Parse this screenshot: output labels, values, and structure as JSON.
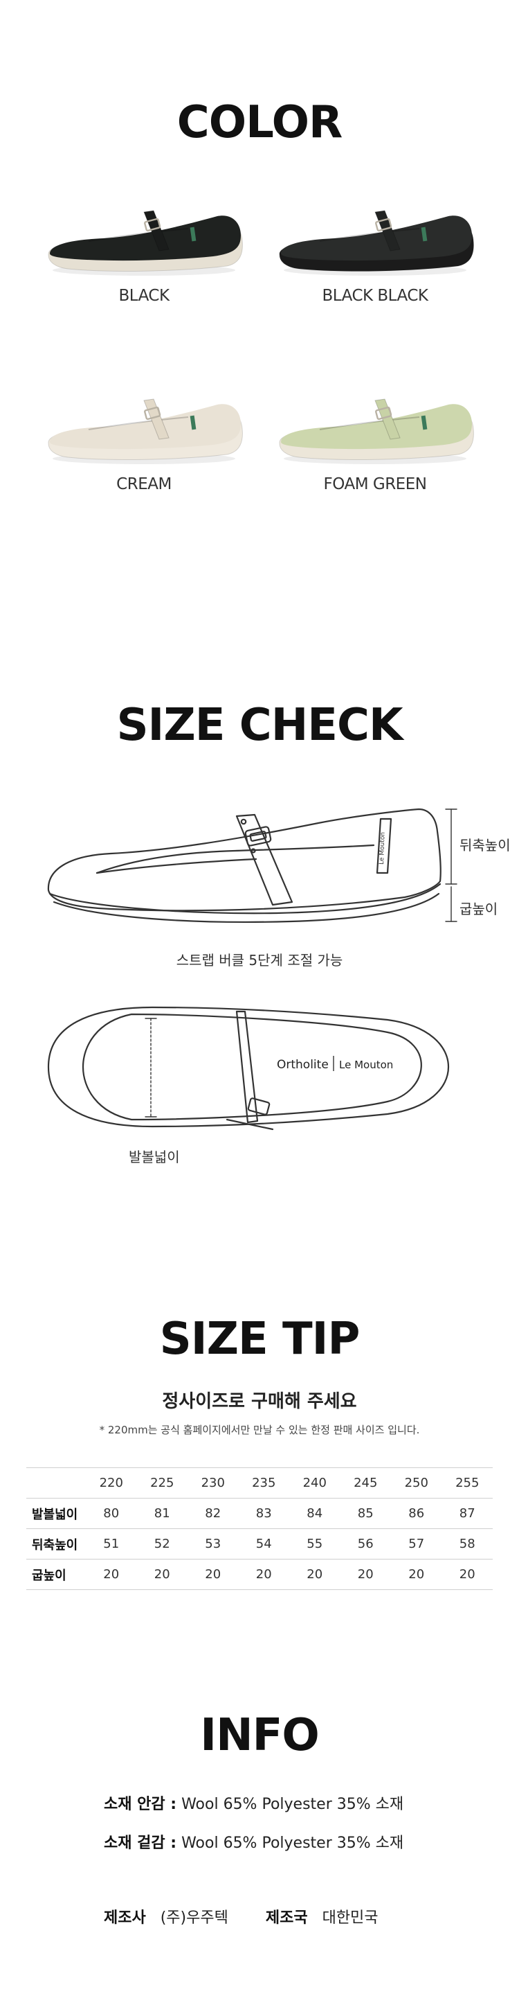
{
  "color_section": {
    "title": "COLOR",
    "items": [
      {
        "label": "BLACK",
        "upper": "#1f2220",
        "sole": "#e6e0d3",
        "strap": "#1a1c1b"
      },
      {
        "label": "BLACK BLACK",
        "upper": "#2a2c2b",
        "sole": "#1b1b1b",
        "strap": "#222423"
      },
      {
        "label": "CREAM",
        "upper": "#e9e2d5",
        "sole": "#efe9de",
        "strap": "#e2d9c8"
      },
      {
        "label": "FOAM GREEN",
        "upper": "#cdd7ad",
        "sole": "#ece6d9",
        "strap": "#c8d2a6"
      }
    ]
  },
  "size_check": {
    "title": "SIZE CHECK",
    "heel_height_label": "뒤축높이",
    "sole_height_label": "굽높이",
    "strap_note": "스트랩 버클 5단계 조절 가능",
    "width_label": "발볼넓이",
    "insole_brand_1": "Ortholite",
    "insole_brand_2": "Le Mouton",
    "side_tag": "Le Mouton"
  },
  "size_tip": {
    "title": "SIZE TIP",
    "subtitle": "정사이즈로 구매해 주세요",
    "note": "* 220mm는 공식 홈페이지에서만 만날 수 있는 한정 판매 사이즈 입니다.",
    "sizes": [
      "220",
      "225",
      "230",
      "235",
      "240",
      "245",
      "250",
      "255"
    ],
    "rows": [
      {
        "label": "발볼넓이",
        "values": [
          "80",
          "81",
          "82",
          "83",
          "84",
          "85",
          "86",
          "87"
        ]
      },
      {
        "label": "뒤축높이",
        "values": [
          "51",
          "52",
          "53",
          "54",
          "55",
          "56",
          "57",
          "58"
        ]
      },
      {
        "label": "굽높이",
        "values": [
          "20",
          "20",
          "20",
          "20",
          "20",
          "20",
          "20",
          "20"
        ]
      }
    ]
  },
  "info": {
    "title": "INFO",
    "inner_label": "소재 안감 :",
    "inner_value": "Wool 65% Polyester 35% 소재",
    "outer_label": "소재 겉감 :",
    "outer_value": "Wool 65% Polyester 35% 소재",
    "maker_label": "제조사",
    "maker_value": "(주)우주텍",
    "country_label": "제조국",
    "country_value": "대한민국"
  }
}
